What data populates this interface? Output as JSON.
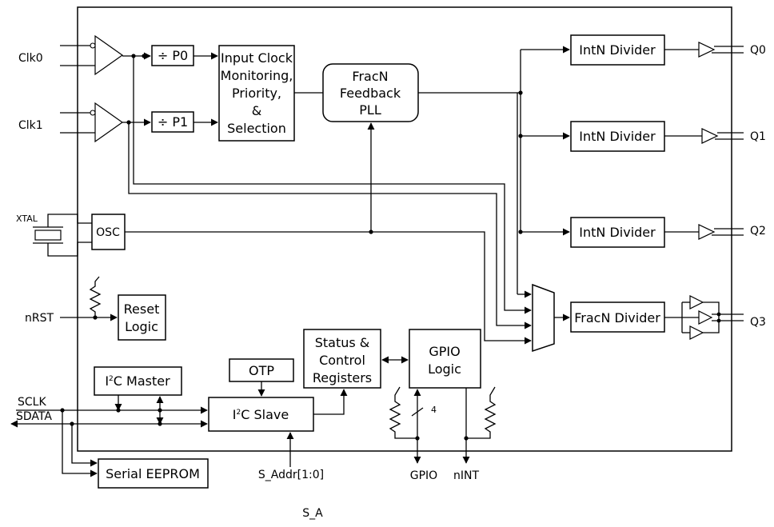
{
  "blocks": {
    "p0": "÷ P0",
    "p1": "÷ P1",
    "input_clock": [
      "Input Clock",
      "Monitoring,",
      "Priority,",
      "&",
      "Selection"
    ],
    "fracn_pll": [
      "FracN",
      "Feedback",
      "PLL"
    ],
    "intn_divider_0": "IntN Divider",
    "intn_divider_1": "IntN Divider",
    "intn_divider_2": "IntN Divider",
    "fracn_divider": "FracN Divider",
    "osc": "OSC",
    "reset_logic": [
      "Reset",
      "Logic"
    ],
    "otp": "OTP",
    "status_control": [
      "Status &",
      "Control",
      "Registers"
    ],
    "gpio_logic": [
      "GPIO",
      "Logic"
    ],
    "i2c_master": {
      "prefix": "I",
      "sup": "2",
      "suffix": "C Master"
    },
    "i2c_slave": {
      "prefix": "I",
      "sup": "2",
      "suffix": "C Slave"
    },
    "serial_eeprom": "Serial EEPROM"
  },
  "signals": {
    "clk0": "Clk0",
    "clk1": "Clk1",
    "xtal": "XTAL",
    "nrst": "nRST",
    "sclk": "SCLK",
    "sdata": "SDATA",
    "q0": "Q0",
    "q1": "Q1",
    "q2": "Q2",
    "q3": "Q3",
    "s_addr": "S_Addr[1:0]",
    "gpio": "GPIO",
    "nint": "nINT",
    "bus_width": "4"
  },
  "caption": "S_A"
}
